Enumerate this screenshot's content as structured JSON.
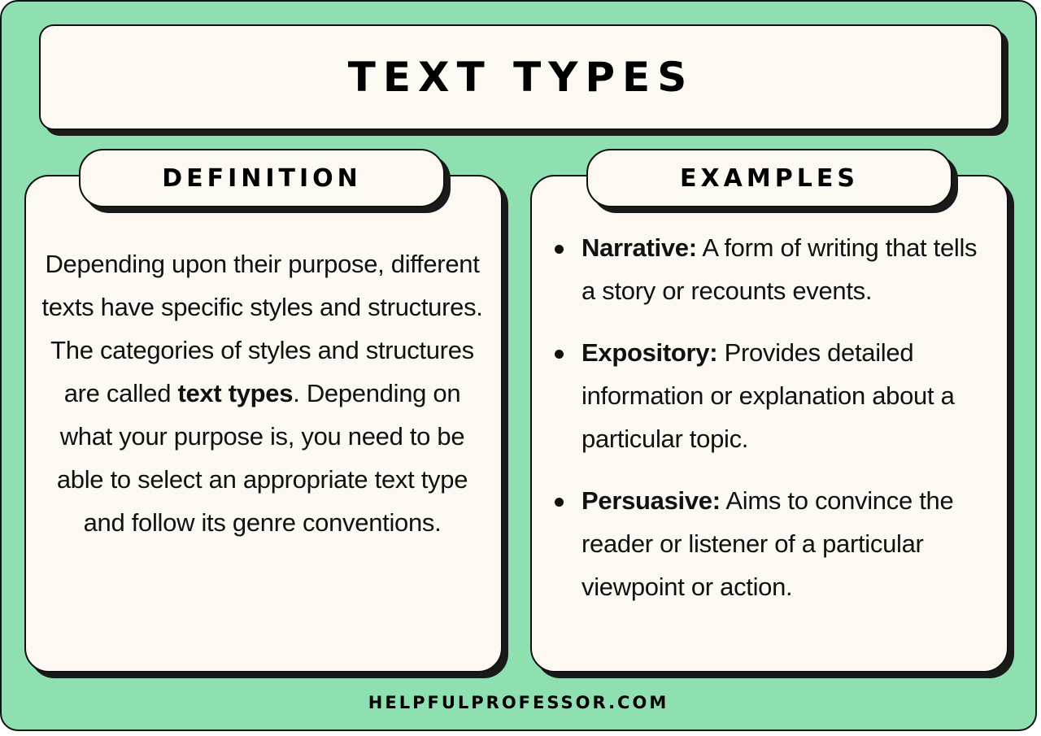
{
  "title": "TEXT TYPES",
  "definition": {
    "heading": "DEFINITION",
    "text_before": "Depending upon their purpose, different texts have specific styles and structures. The categories of styles and structures are called ",
    "bold_term": "text types",
    "text_after": ". Depending on what your purpose is, you need to be able to select an appropriate text type and follow its genre conventions."
  },
  "examples": {
    "heading": "EXAMPLES",
    "items": [
      {
        "term": "Narrative:",
        "description": "A form of writing that tells a story or recounts events."
      },
      {
        "term": "Expository:",
        "description": "Provides detailed information or explanation about a particular topic."
      },
      {
        "term": "Persuasive:",
        "description": "Aims to convince the reader or listener of a particular viewpoint or action."
      }
    ]
  },
  "footer": "HELPFULPROFESSOR.COM",
  "colors": {
    "background": "#8ee0b0",
    "card": "#fdf8f1",
    "border": "#111111"
  }
}
